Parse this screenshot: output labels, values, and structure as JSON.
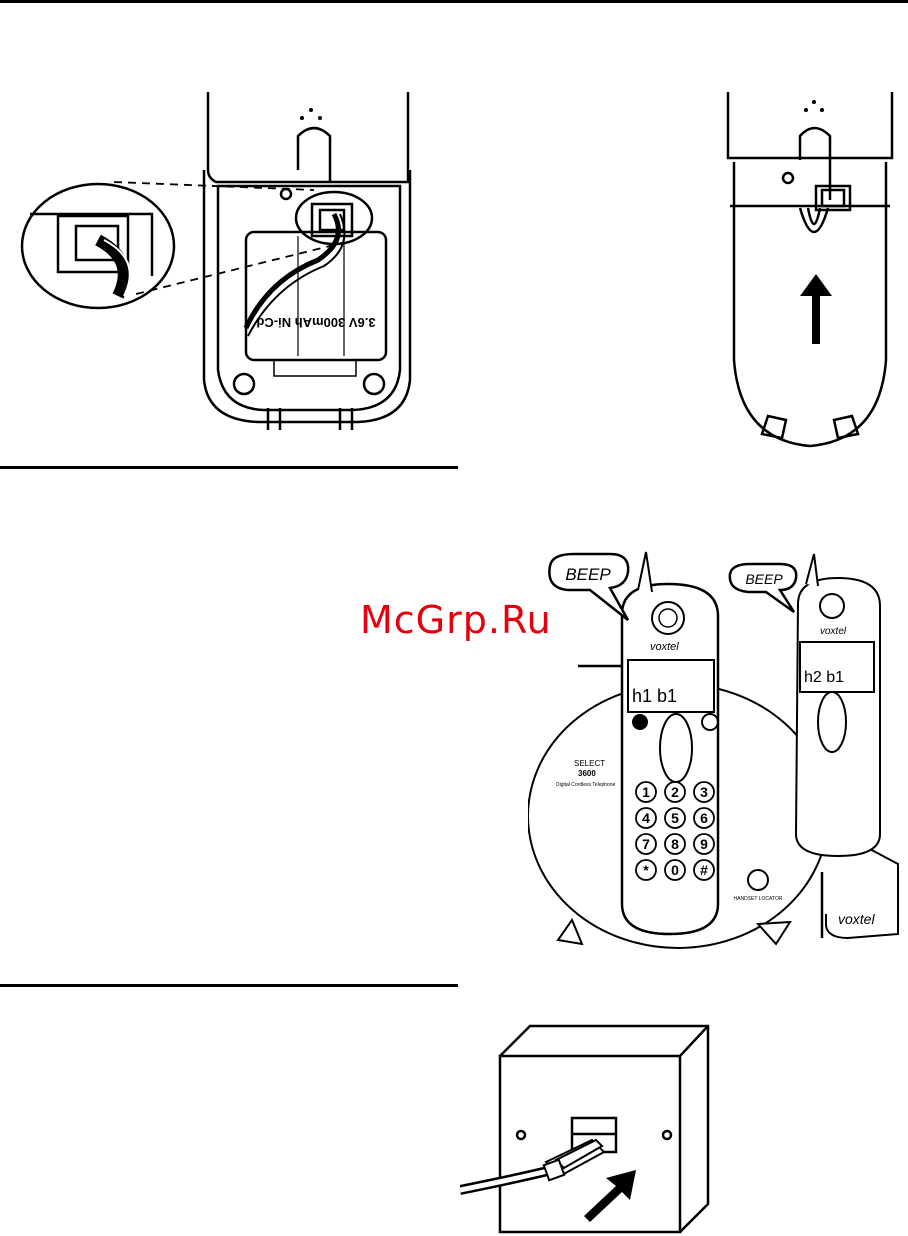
{
  "battery": {
    "label": "3.6V 300mAh Ni-Cd"
  },
  "speech": {
    "left": "BEEP",
    "right": "BEEP"
  },
  "handset_left": {
    "brand": "voxtel",
    "display": "h1  b1"
  },
  "handset_right": {
    "brand": "voxtel",
    "display": "h2  b1"
  },
  "base": {
    "model_line1": "SELECT",
    "model_line2": "3600",
    "model_line3": "Digital Cordless Telephone",
    "locator_label": "HANDSET LOCATOR",
    "brand": "voxtel"
  },
  "keypad": [
    "1",
    "2",
    "3",
    "4",
    "5",
    "6",
    "7",
    "8",
    "9",
    "*",
    "0",
    "#"
  ],
  "watermark": "McGrp.Ru",
  "colors": {
    "ink": "#000000",
    "paper": "#ffffff",
    "watermark": "#e5000b"
  }
}
